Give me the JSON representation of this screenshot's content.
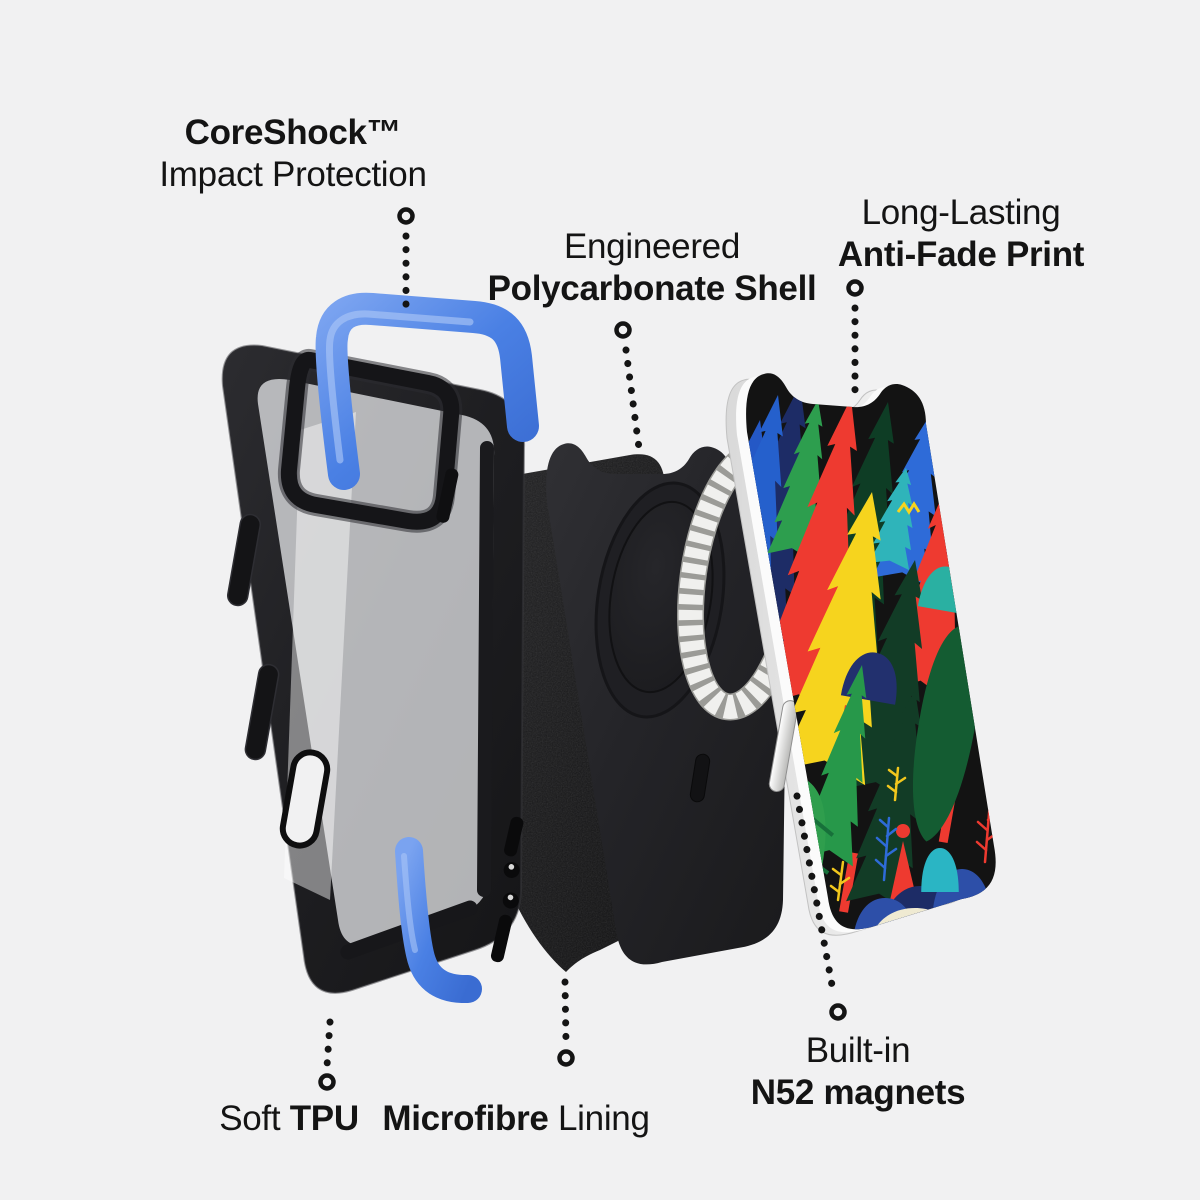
{
  "background": "#f1f1f2",
  "text_color": "#141414",
  "colors": {
    "accent_blue": "#4a80e4",
    "frame_black": "#1d1d1f",
    "lining_black": "#161617",
    "shell_black": "#232327",
    "ring_silver": "#efefed",
    "plate_edge_white": "#fafafa",
    "print_palette": [
      "#131313",
      "#2560cc",
      "#2e6bd8",
      "#1d2c66",
      "#ee3a30",
      "#2d9e4e",
      "#27984a",
      "#0e3d25",
      "#2fb4ba",
      "#f6d41e",
      "#efead2"
    ]
  },
  "callouts": {
    "coreshock": {
      "title": "CoreShock™",
      "subtitle": "Impact Protection"
    },
    "shell": {
      "intro": "Engineered",
      "title": "Polycarbonate Shell"
    },
    "antifade": {
      "intro": "Long-Lasting",
      "title": "Anti-Fade Print"
    },
    "tpu": {
      "intro": "Soft",
      "title": "TPU"
    },
    "lining": {
      "title": "Microfibre",
      "outro": "Lining"
    },
    "magnets": {
      "intro": "Built-in",
      "title": "N52 magnets"
    }
  }
}
